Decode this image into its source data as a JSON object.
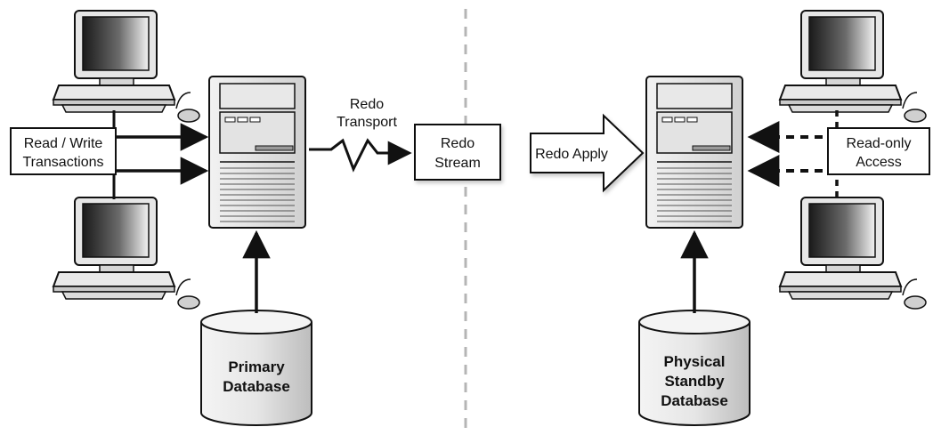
{
  "labels": {
    "read_write_line1": "Read / Write",
    "read_write_line2": "Transactions",
    "redo_transport_line1": "Redo",
    "redo_transport_line2": "Transport",
    "redo_stream_line1": "Redo",
    "redo_stream_line2": "Stream",
    "redo_apply": "Redo Apply",
    "read_only_line1": "Read-only",
    "read_only_line2": "Access",
    "primary_db_line1": "Primary",
    "primary_db_line2": "Database",
    "standby_db_line1": "Physical",
    "standby_db_line2": "Standby",
    "standby_db_line3": "Database"
  },
  "colors": {
    "line": "#111111",
    "divider": "#b5b5b5",
    "box_fill": "#ffffff"
  }
}
